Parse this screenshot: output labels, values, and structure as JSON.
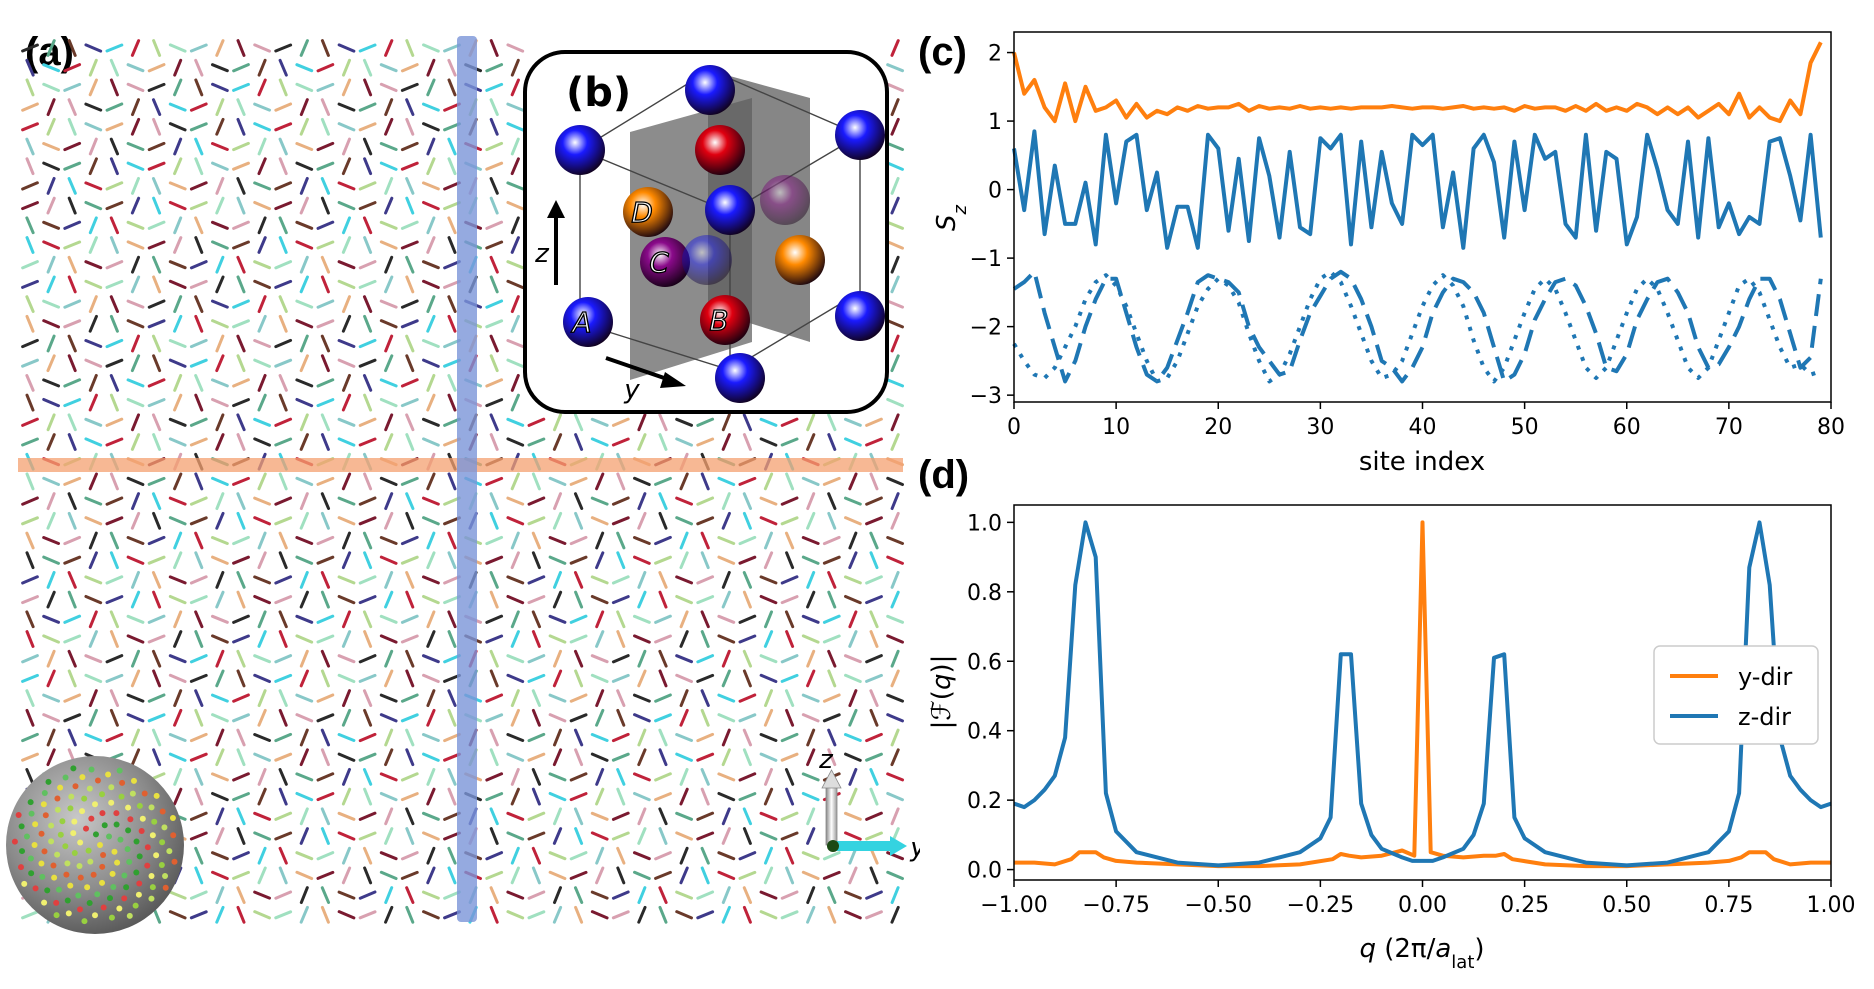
{
  "panels": {
    "a": "(a)",
    "b": "(b)",
    "c": "(c)",
    "d": "(d)"
  },
  "inset_b": {
    "atom_labels": [
      "A",
      "B",
      "C",
      "D"
    ],
    "axis_labels": {
      "z": "z",
      "y": "y"
    },
    "colors": {
      "A": "#1a1aff",
      "B": "#e00010",
      "C": "#8a0a8a",
      "D": "#ff8a00"
    }
  },
  "panel_a": {
    "axis_labels": {
      "z": "z",
      "y": "y"
    },
    "highlight_colors": {
      "horizontal": "#f4a070",
      "vertical": "#7a95d8"
    }
  },
  "chart_data": [
    {
      "type": "line",
      "panel": "c",
      "xlabel": "site index",
      "ylabel": "S_z",
      "xlim": [
        0,
        80
      ],
      "ylim": [
        -3.1,
        2.3
      ],
      "xticks": [
        "0",
        "10",
        "20",
        "30",
        "40",
        "50",
        "60",
        "70",
        "80"
      ],
      "yticks": [
        "−3",
        "−2",
        "−1",
        "0",
        "1",
        "2"
      ],
      "series": [
        {
          "color": "#ff7f0e",
          "style": "solid",
          "values": [
            2.0,
            1.4,
            1.6,
            1.2,
            1.0,
            1.55,
            1.0,
            1.5,
            1.15,
            1.2,
            1.3,
            1.05,
            1.25,
            1.05,
            1.15,
            1.1,
            1.2,
            1.15,
            1.22,
            1.18,
            1.2,
            1.2,
            1.25,
            1.15,
            1.22,
            1.18,
            1.2,
            1.18,
            1.22,
            1.18,
            1.2,
            1.18,
            1.2,
            1.18,
            1.2,
            1.2,
            1.2,
            1.22,
            1.2,
            1.18,
            1.2,
            1.2,
            1.18,
            1.2,
            1.22,
            1.18,
            1.2,
            1.18,
            1.2,
            1.15,
            1.22,
            1.18,
            1.2,
            1.2,
            1.15,
            1.22,
            1.15,
            1.25,
            1.15,
            1.2,
            1.15,
            1.25,
            1.2,
            1.1,
            1.2,
            1.1,
            1.2,
            1.05,
            1.15,
            1.25,
            1.1,
            1.4,
            1.05,
            1.2,
            1.05,
            1.0,
            1.3,
            1.1,
            1.85,
            2.15
          ]
        },
        {
          "color": "#1f77b4",
          "style": "solid",
          "values": [
            0.6,
            -0.3,
            0.85,
            -0.65,
            0.35,
            -0.5,
            -0.5,
            0.1,
            -0.8,
            0.8,
            -0.2,
            0.7,
            0.8,
            -0.3,
            0.25,
            -0.85,
            -0.25,
            -0.25,
            -0.85,
            0.8,
            0.6,
            -0.6,
            0.45,
            -0.75,
            0.75,
            0.2,
            -0.7,
            0.55,
            -0.55,
            -0.65,
            0.75,
            0.6,
            0.8,
            -0.8,
            0.7,
            -0.55,
            0.55,
            -0.2,
            -0.5,
            0.8,
            0.65,
            0.8,
            -0.55,
            0.25,
            -0.85,
            0.6,
            0.8,
            0.4,
            -0.7,
            0.7,
            -0.3,
            0.8,
            0.45,
            0.55,
            -0.5,
            -0.7,
            0.8,
            -0.6,
            0.55,
            0.45,
            -0.8,
            -0.4,
            0.8,
            0.3,
            -0.3,
            -0.5,
            0.7,
            -0.7,
            0.75,
            -0.55,
            -0.2,
            -0.65,
            -0.4,
            -0.5,
            0.7,
            0.75,
            0.2,
            -0.45,
            0.8,
            -0.7
          ]
        },
        {
          "color": "#1f77b4",
          "style": "dashed",
          "values": [
            -1.45,
            -1.35,
            -1.2,
            -1.8,
            -2.3,
            -2.8,
            -2.5,
            -2.0,
            -1.6,
            -1.3,
            -1.3,
            -1.8,
            -2.3,
            -2.7,
            -2.8,
            -2.6,
            -2.2,
            -1.8,
            -1.35,
            -1.25,
            -1.3,
            -1.35,
            -1.5,
            -2.0,
            -2.3,
            -2.5,
            -2.7,
            -2.65,
            -2.2,
            -1.8,
            -1.55,
            -1.3,
            -1.2,
            -1.3,
            -1.6,
            -2.0,
            -2.5,
            -2.6,
            -2.8,
            -2.6,
            -2.3,
            -1.8,
            -1.5,
            -1.3,
            -1.35,
            -1.5,
            -1.8,
            -2.3,
            -2.8,
            -2.7,
            -2.4,
            -1.9,
            -1.6,
            -1.35,
            -1.3,
            -1.4,
            -1.7,
            -2.1,
            -2.6,
            -2.65,
            -2.4,
            -1.9,
            -1.6,
            -1.35,
            -1.3,
            -1.5,
            -1.8,
            -2.3,
            -2.6,
            -2.55,
            -2.3,
            -2.0,
            -1.6,
            -1.3,
            -1.3,
            -1.6,
            -2.1,
            -2.6,
            -2.45,
            -1.3
          ]
        },
        {
          "color": "#1f77b4",
          "style": "dotted",
          "values": [
            -2.25,
            -2.5,
            -2.7,
            -2.75,
            -2.6,
            -2.3,
            -2.0,
            -1.6,
            -1.35,
            -1.25,
            -1.4,
            -1.7,
            -2.1,
            -2.5,
            -2.8,
            -2.75,
            -2.5,
            -2.1,
            -1.7,
            -1.45,
            -1.3,
            -1.4,
            -1.65,
            -2.1,
            -2.5,
            -2.8,
            -2.7,
            -2.4,
            -2.0,
            -1.6,
            -1.3,
            -1.2,
            -1.35,
            -1.7,
            -2.1,
            -2.5,
            -2.75,
            -2.7,
            -2.5,
            -2.1,
            -1.7,
            -1.4,
            -1.25,
            -1.4,
            -1.7,
            -2.2,
            -2.6,
            -2.8,
            -2.6,
            -2.2,
            -1.8,
            -1.45,
            -1.3,
            -1.45,
            -1.8,
            -2.2,
            -2.6,
            -2.75,
            -2.6,
            -2.2,
            -1.8,
            -1.45,
            -1.3,
            -1.45,
            -1.8,
            -2.2,
            -2.6,
            -2.75,
            -2.6,
            -2.2,
            -1.8,
            -1.4,
            -1.3,
            -1.5,
            -1.9,
            -2.3,
            -2.6,
            -2.55,
            -2.7,
            -2.65
          ]
        }
      ]
    },
    {
      "type": "line",
      "panel": "d",
      "xlabel": "q (2π/a_lat)",
      "ylabel": "|ℱ(q)|",
      "xlim": [
        -1.0,
        1.0
      ],
      "ylim": [
        -0.03,
        1.05
      ],
      "xticks": [
        "−1.00",
        "−0.75",
        "−0.50",
        "−0.25",
        "0.00",
        "0.25",
        "0.50",
        "0.75",
        "1.00"
      ],
      "yticks": [
        "0.0",
        "0.2",
        "0.4",
        "0.6",
        "0.8",
        "1.0"
      ],
      "legend": {
        "position": "right",
        "entries": [
          "y-dir",
          "z-dir"
        ]
      },
      "series": [
        {
          "name": "y-dir",
          "color": "#ff7f0e",
          "x": [
            -1.0,
            -0.95,
            -0.9,
            -0.86,
            -0.84,
            -0.82,
            -0.8,
            -0.78,
            -0.75,
            -0.7,
            -0.6,
            -0.5,
            -0.4,
            -0.3,
            -0.22,
            -0.2,
            -0.18,
            -0.15,
            -0.1,
            -0.05,
            -0.02,
            0.0,
            0.02,
            0.05,
            0.1,
            0.15,
            0.18,
            0.2,
            0.22,
            0.3,
            0.4,
            0.5,
            0.6,
            0.7,
            0.75,
            0.78,
            0.8,
            0.82,
            0.84,
            0.86,
            0.9,
            0.95,
            1.0
          ],
          "values": [
            0.02,
            0.02,
            0.015,
            0.03,
            0.05,
            0.05,
            0.05,
            0.035,
            0.025,
            0.02,
            0.015,
            0.01,
            0.01,
            0.015,
            0.03,
            0.045,
            0.04,
            0.035,
            0.04,
            0.055,
            0.04,
            1.0,
            0.05,
            0.04,
            0.035,
            0.04,
            0.04,
            0.045,
            0.03,
            0.015,
            0.01,
            0.01,
            0.015,
            0.02,
            0.025,
            0.035,
            0.05,
            0.05,
            0.05,
            0.03,
            0.015,
            0.02,
            0.02
          ]
        },
        {
          "name": "z-dir",
          "color": "#1f77b4",
          "x": [
            -1.0,
            -0.975,
            -0.95,
            -0.925,
            -0.9,
            -0.875,
            -0.85,
            -0.825,
            -0.8,
            -0.775,
            -0.75,
            -0.7,
            -0.6,
            -0.5,
            -0.4,
            -0.3,
            -0.25,
            -0.225,
            -0.2,
            -0.175,
            -0.15,
            -0.125,
            -0.1,
            -0.05,
            -0.025,
            0.0,
            0.025,
            0.05,
            0.1,
            0.125,
            0.15,
            0.175,
            0.2,
            0.225,
            0.25,
            0.3,
            0.4,
            0.5,
            0.6,
            0.7,
            0.75,
            0.775,
            0.8,
            0.825,
            0.85,
            0.875,
            0.9,
            0.925,
            0.95,
            0.975,
            1.0
          ],
          "values": [
            0.19,
            0.18,
            0.2,
            0.23,
            0.27,
            0.38,
            0.82,
            1.0,
            0.9,
            0.22,
            0.11,
            0.05,
            0.02,
            0.012,
            0.02,
            0.05,
            0.09,
            0.15,
            0.62,
            0.62,
            0.19,
            0.1,
            0.06,
            0.035,
            0.025,
            0.025,
            0.025,
            0.035,
            0.06,
            0.1,
            0.19,
            0.61,
            0.62,
            0.15,
            0.09,
            0.05,
            0.02,
            0.012,
            0.02,
            0.05,
            0.11,
            0.22,
            0.87,
            1.0,
            0.82,
            0.38,
            0.27,
            0.23,
            0.2,
            0.18,
            0.19
          ]
        }
      ]
    }
  ]
}
